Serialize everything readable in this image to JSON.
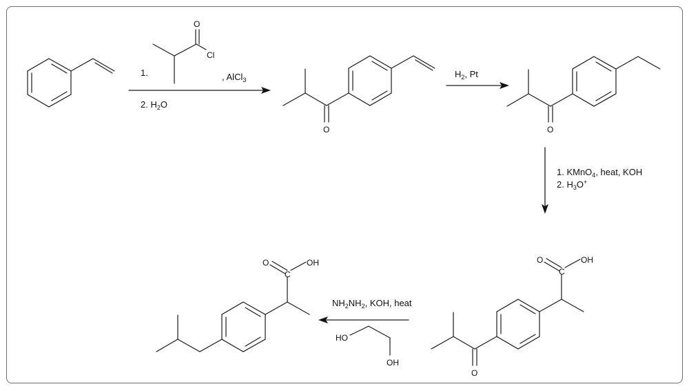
{
  "diagram": {
    "step1": {
      "reagent_line1_number": "1.",
      "reagent_line1_suffix": ", AlCl",
      "reagent_line1_suffix_sub": "3",
      "reagent_line2": "2. H",
      "reagent_line2_sub": "2",
      "reagent_line2_end": "O"
    },
    "step2": {
      "reagent_a": "H",
      "reagent_a_sub": "2",
      "reagent_b": ", Pt"
    },
    "step3": {
      "line1_a": "1. KMnO",
      "line1_sub": "4",
      "line1_b": ", heat, KOH",
      "line2_a": "2. H",
      "line2_sub": "3",
      "line2_b": "O",
      "line2_sup": "+"
    },
    "step4": {
      "part_a": "NH",
      "sub_a": "2",
      "part_b": "NH",
      "sub_b": "2",
      "part_c": ", KOH, heat"
    },
    "atoms": {
      "oxygen": "O",
      "chlorine": "Cl",
      "carbon": "C",
      "hydroxyl": "OH",
      "hydroxyl_left": "HO"
    }
  }
}
